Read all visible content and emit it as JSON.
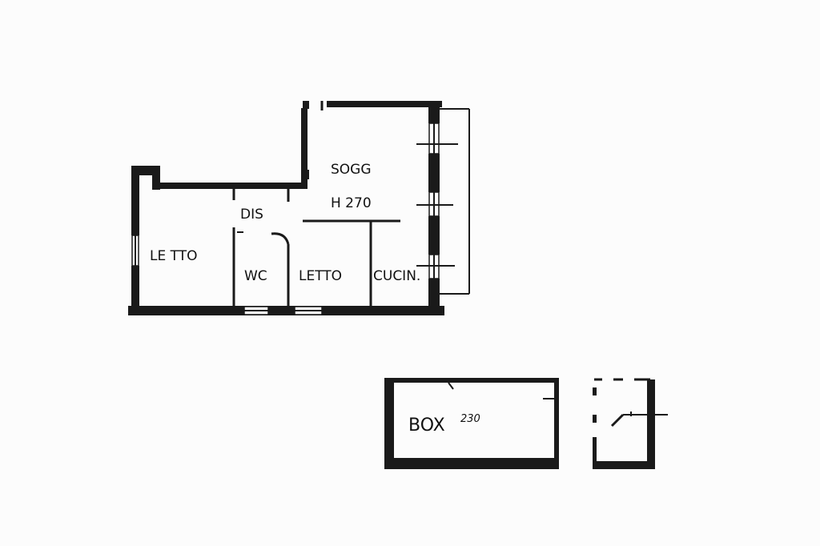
{
  "rooms": {
    "soggiorno": "SOGG",
    "height": "H 270",
    "disimpegno": "DIS",
    "letto_left": "LE TTO",
    "wc": "WC",
    "letto_mid": "LETTO",
    "cucina": "CUCIN.",
    "box": "BOX",
    "box_height": "230"
  }
}
